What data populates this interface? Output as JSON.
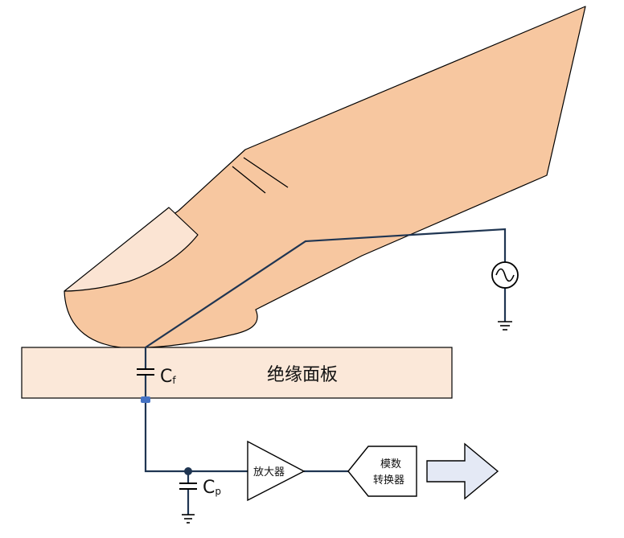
{
  "labels": {
    "panel": "绝缘面板",
    "cf_main": "C",
    "cf_sub": "f",
    "cp_main": "C",
    "cp_sub": "p",
    "amplifier": "放大器",
    "adc_line1": "模数",
    "adc_line2": "转换器"
  },
  "colors": {
    "skin": "#f7c7a0",
    "nail": "#fbe4d3",
    "panel_fill": "#fbe8d9",
    "wire": "#1f3552",
    "node": "#1f3552",
    "via": "#4472c4",
    "arrow_fill": "#e4e9f5",
    "outline": "#000000"
  },
  "icons": {
    "ac_source": "ac-voltage-source-icon",
    "ground": "ground-icon",
    "output": "right-arrow-icon"
  }
}
